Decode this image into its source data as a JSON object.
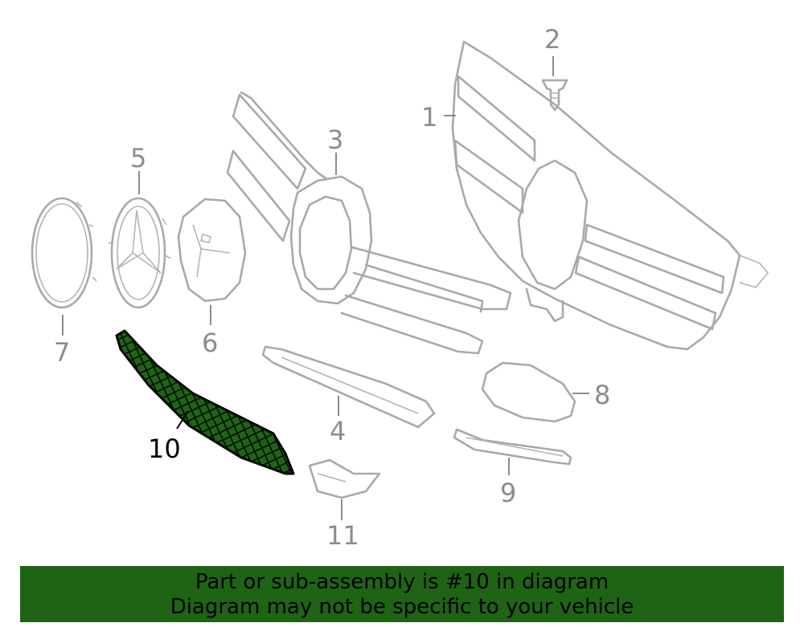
{
  "callouts": {
    "c1": "1",
    "c2": "2",
    "c3": "3",
    "c4": "4",
    "c5": "5",
    "c6": "6",
    "c7": "7",
    "c8": "8",
    "c9": "9",
    "c10": "10",
    "c11": "11"
  },
  "highlight_color": "#1e6414",
  "banner": {
    "line1": "Part or sub-assembly is #10 in diagram",
    "line2": "Diagram may not be specific to your vehicle"
  }
}
